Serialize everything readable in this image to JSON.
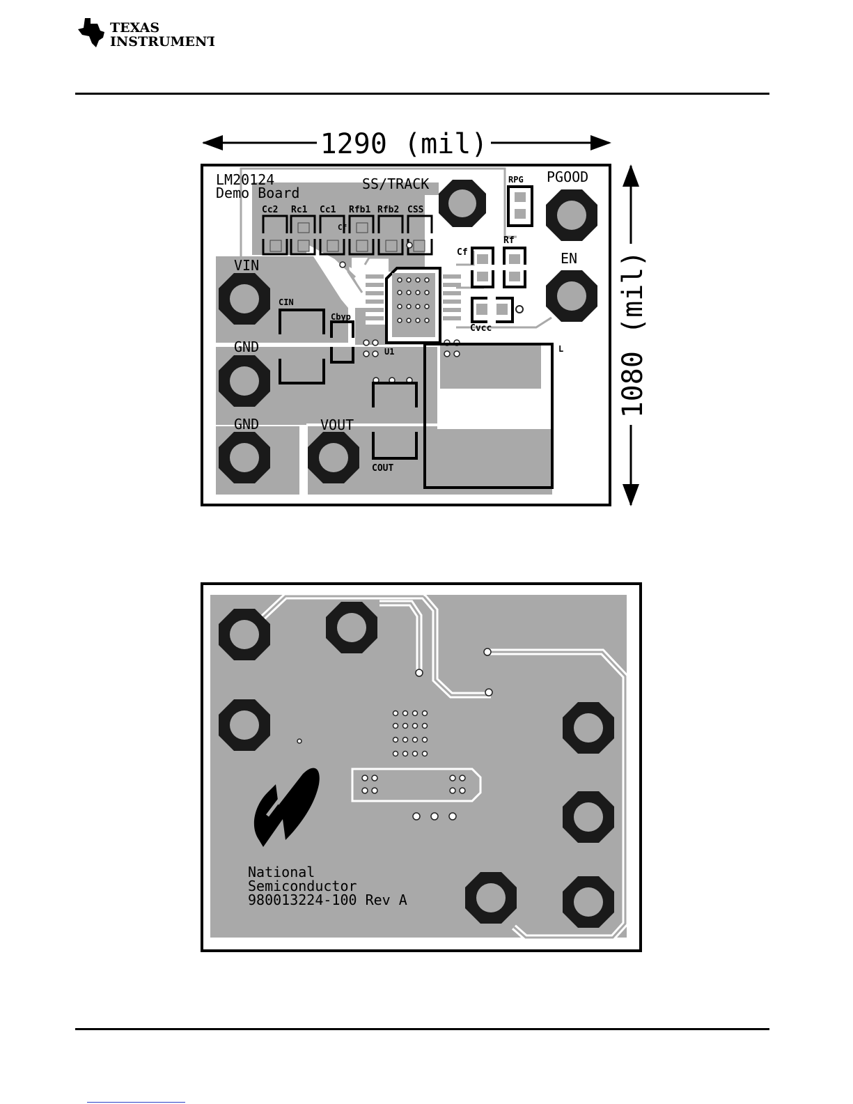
{
  "logo": {
    "line1": "TEXAS",
    "line2": "INSTRUMENTS"
  },
  "top_layer": {
    "width_dim": "1290 (mil)",
    "height_dim": "1080 (mil)",
    "board_title_1": "LM20124",
    "board_title_2": "Demo Board",
    "labels": {
      "ss_track": "SS/TRACK",
      "rpg": "RPG",
      "pgood": "PGOOD",
      "cc2": "Cc2",
      "rc1": "Rc1",
      "cc1": "Cc1",
      "rfb1": "Rfb1",
      "rfb2": "Rfb2",
      "css": "CSS",
      "cf_small": "Cf",
      "cf": "Cf",
      "rf": "Rf",
      "en": "EN",
      "vin": "VIN",
      "cin": "CIN",
      "cbyp": "Cbyp",
      "cvcc": "Cvcc",
      "gnd1": "GND",
      "u1": "U1",
      "l": "L",
      "gnd2": "GND",
      "vout": "VOUT",
      "cout": "COUT"
    }
  },
  "bottom_layer": {
    "brand_1": "National",
    "brand_2": "Semiconductor",
    "part_number": "980013224-100 Rev A"
  },
  "colors": {
    "copper": "#a9a9a9",
    "pad": "#1a1a1a",
    "silk": "#000000",
    "outline": "#000000"
  }
}
